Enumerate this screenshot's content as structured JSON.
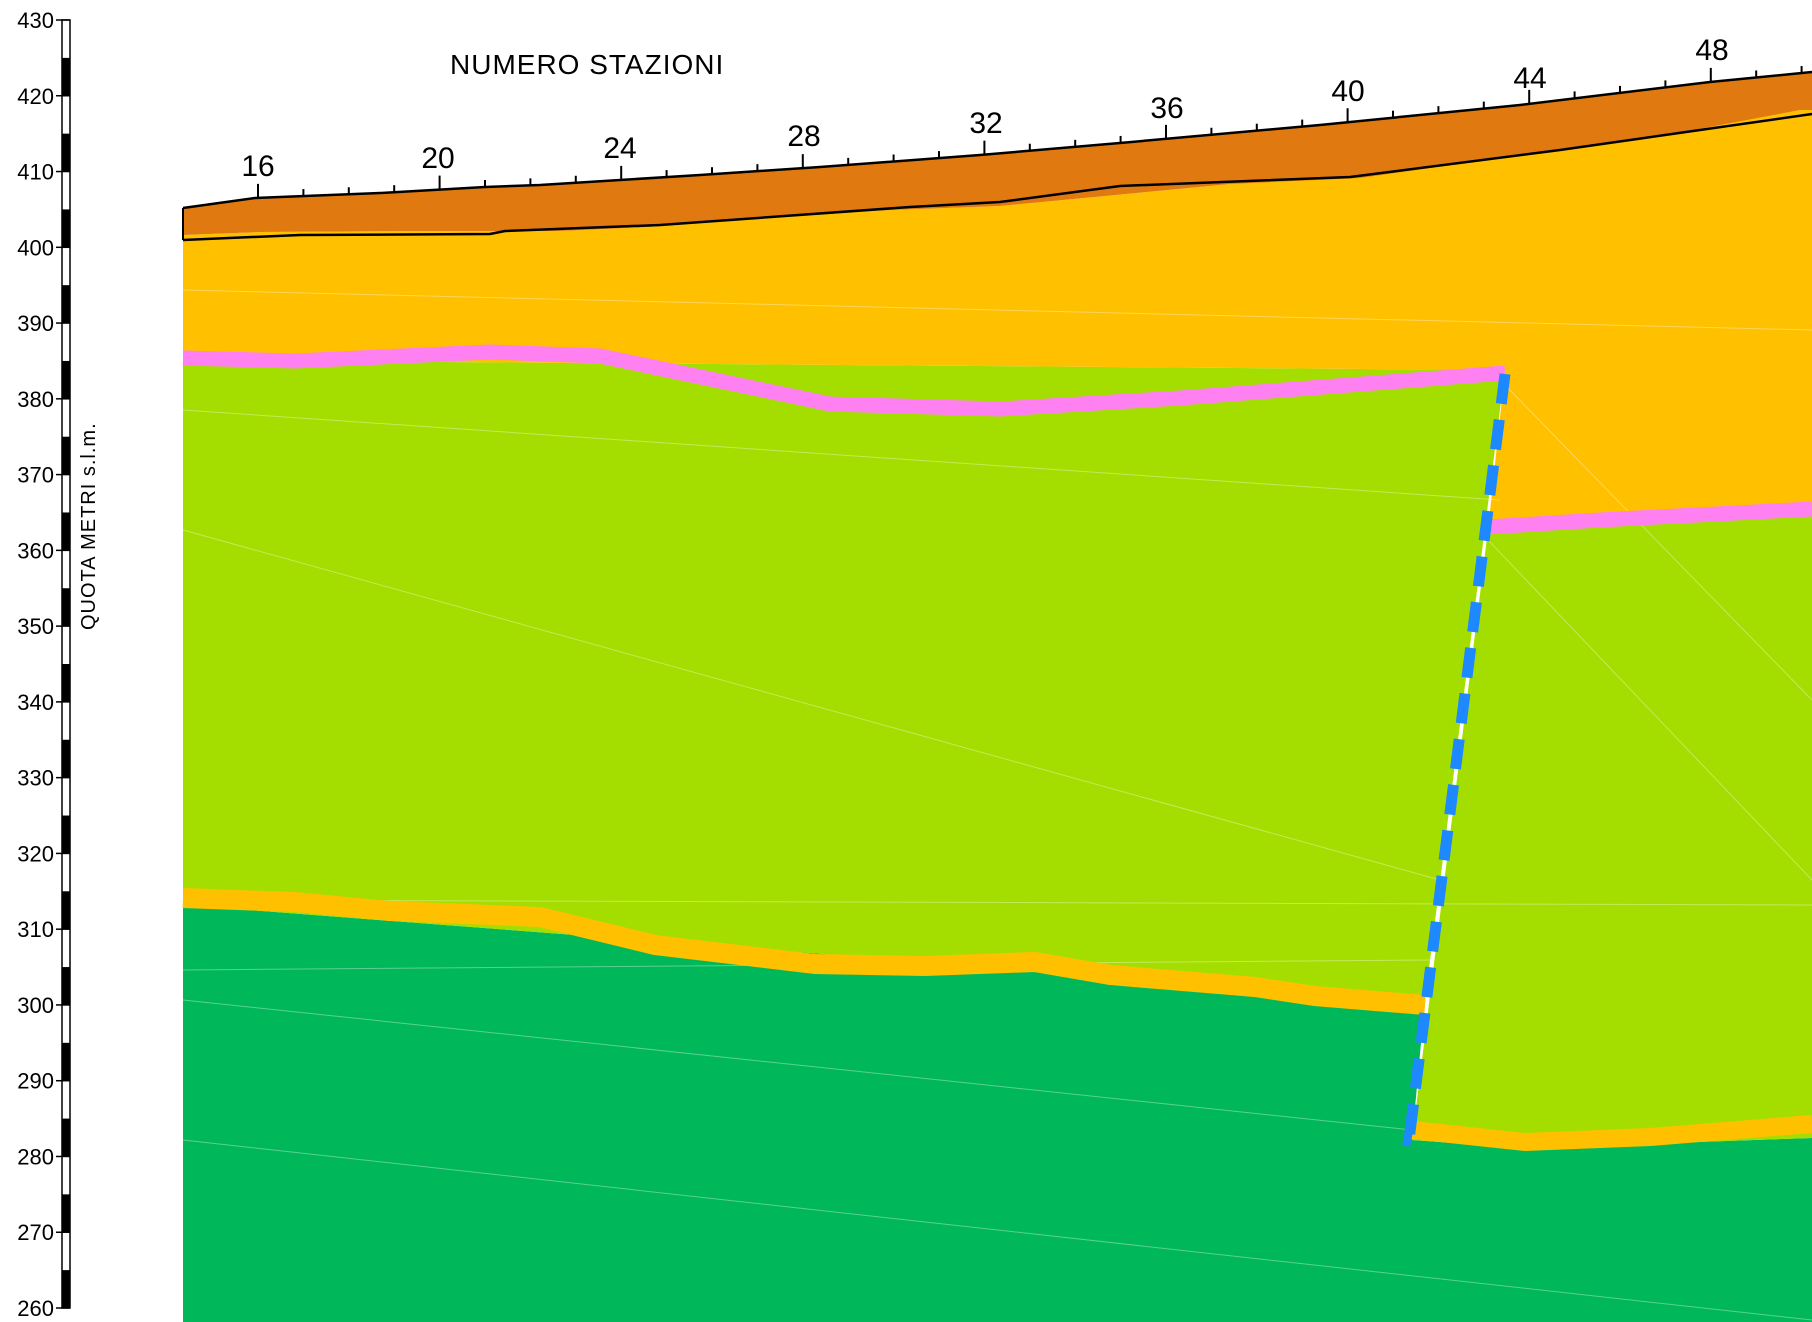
{
  "x_axis_title": "NUMERO STAZIONI",
  "y_axis_title": "QUOTA METRI s.l.m.",
  "elevation_ticks": [
    430,
    420,
    410,
    400,
    390,
    380,
    370,
    360,
    350,
    340,
    330,
    320,
    310,
    300,
    290,
    280,
    270,
    260
  ],
  "station_labels": [
    "16",
    "20",
    "24",
    "28",
    "32",
    "36",
    "40",
    "44",
    "48"
  ],
  "colors": {
    "topsoil": "#E07A10",
    "weathered_layer": "#FFC000",
    "pink_horizon": "#FF80F0",
    "upper_bedrock": "#A4DE00",
    "orange_horizon": "#FFC000",
    "lower_bedrock": "#00B85A",
    "fault": "#1E88FF"
  }
}
